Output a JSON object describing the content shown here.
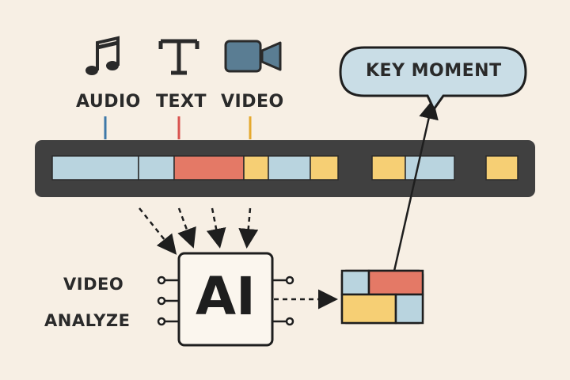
{
  "tracks": {
    "audio": {
      "label": "AUDIO",
      "color": "#3e78a8",
      "icon": "music-note-icon"
    },
    "text": {
      "label": "TEXT",
      "color": "#d9534f",
      "icon": "text-t-icon"
    },
    "video": {
      "label": "VIDEO",
      "color": "#e5a92e",
      "icon": "video-camera-icon"
    }
  },
  "processor": {
    "label": "AI",
    "side_label_line1": "VIDEO",
    "side_label_line2": "ANALYZE",
    "icon": "ai-chip-icon"
  },
  "output": {
    "bubble_label": "KEY MOMENT"
  },
  "colors": {
    "background": "#f7efe4",
    "timeline_bar": "#404040",
    "segment_blue": "#b9d4df",
    "segment_red": "#e47966",
    "segment_yellow": "#f6cf74",
    "bubble_fill": "#c9dde6"
  }
}
